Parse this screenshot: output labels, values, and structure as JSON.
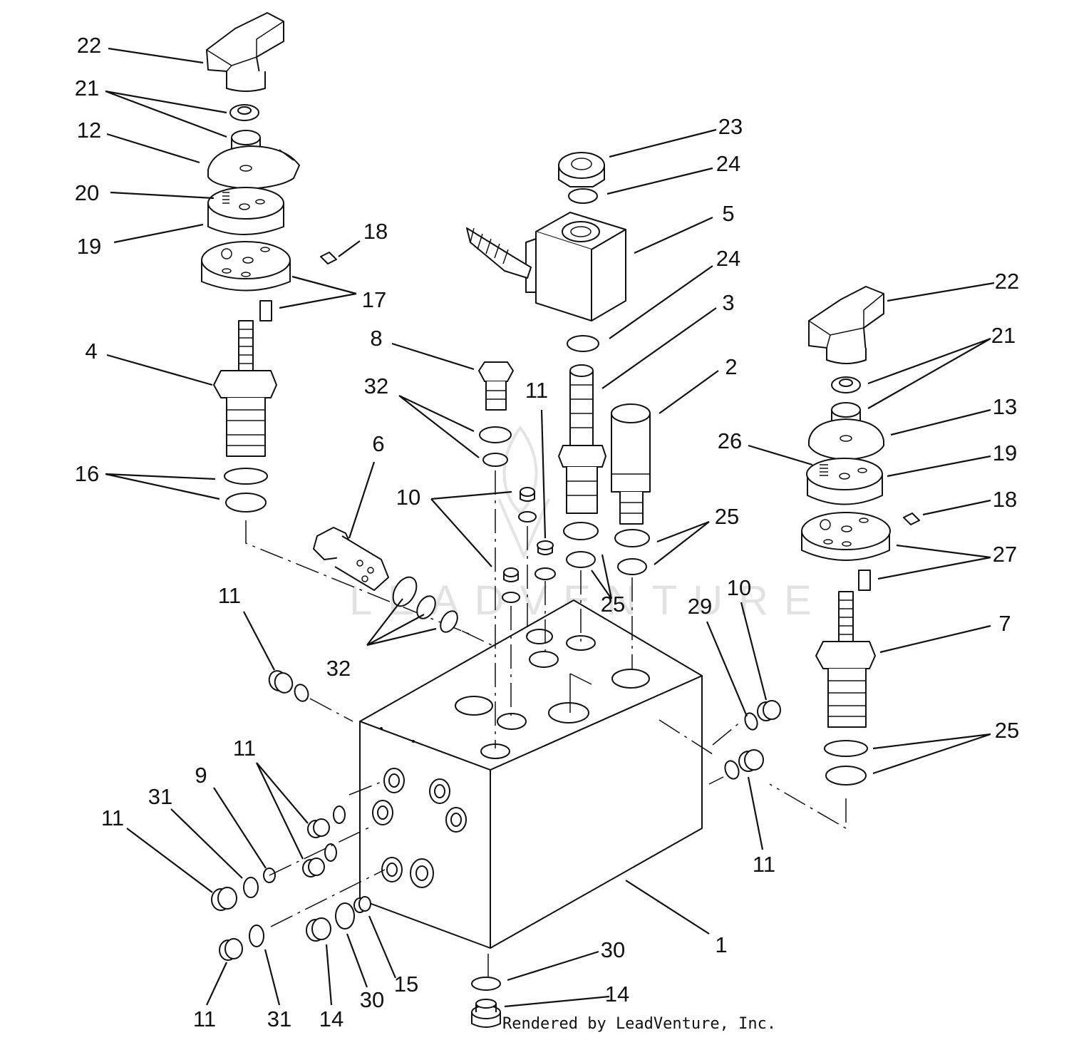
{
  "watermark": "LEADVENTURE",
  "credit": "Rendered by LeadVenture, Inc.",
  "callouts": [
    {
      "text": "22"
    },
    {
      "text": "21"
    },
    {
      "text": "12"
    },
    {
      "text": "20"
    },
    {
      "text": "19"
    },
    {
      "text": "18"
    },
    {
      "text": "17"
    },
    {
      "text": "4"
    },
    {
      "text": "16"
    },
    {
      "text": "23"
    },
    {
      "text": "24"
    },
    {
      "text": "5"
    },
    {
      "text": "24"
    },
    {
      "text": "3"
    },
    {
      "text": "8"
    },
    {
      "text": "32"
    },
    {
      "text": "11"
    },
    {
      "text": "2"
    },
    {
      "text": "6"
    },
    {
      "text": "10"
    },
    {
      "text": "25"
    },
    {
      "text": "25"
    },
    {
      "text": "22"
    },
    {
      "text": "21"
    },
    {
      "text": "13"
    },
    {
      "text": "26"
    },
    {
      "text": "19"
    },
    {
      "text": "18"
    },
    {
      "text": "27"
    },
    {
      "text": "7"
    },
    {
      "text": "25"
    },
    {
      "text": "11"
    },
    {
      "text": "32"
    },
    {
      "text": "29"
    },
    {
      "text": "10"
    },
    {
      "text": "11"
    },
    {
      "text": "11"
    },
    {
      "text": "9"
    },
    {
      "text": "31"
    },
    {
      "text": "11"
    },
    {
      "text": "1"
    },
    {
      "text": "30"
    },
    {
      "text": "14"
    },
    {
      "text": "15"
    },
    {
      "text": "30"
    },
    {
      "text": "11"
    },
    {
      "text": "31"
    },
    {
      "text": "14"
    }
  ]
}
